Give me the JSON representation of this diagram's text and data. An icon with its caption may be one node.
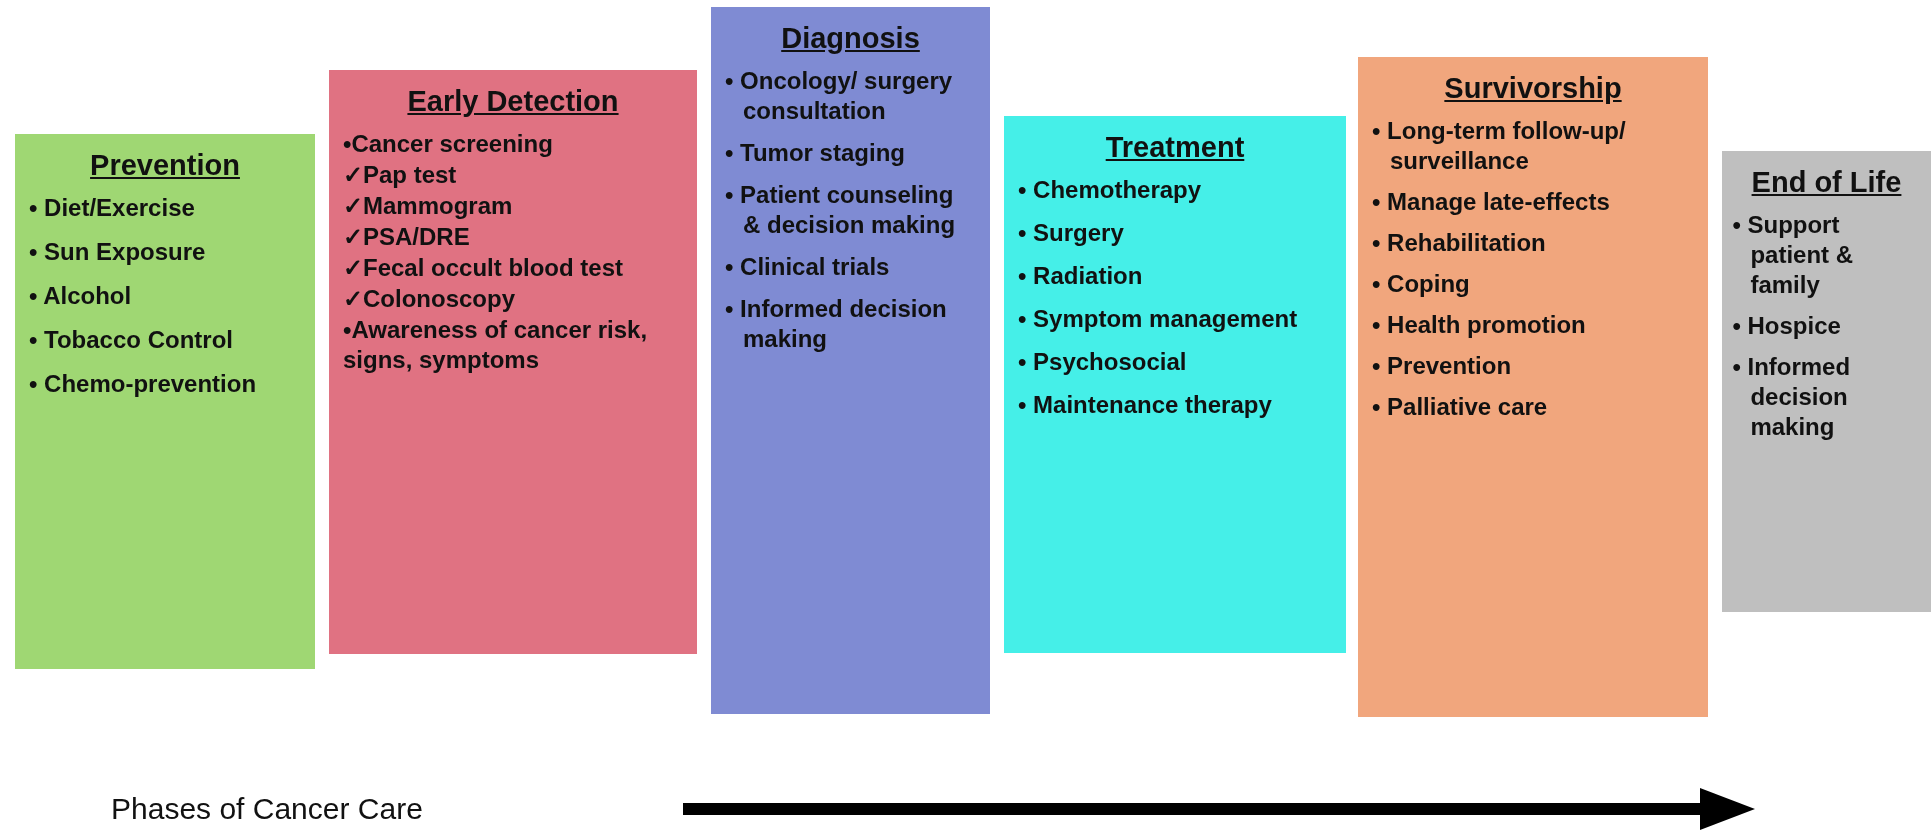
{
  "diagram": {
    "nodes": [
      {
        "text": [
          "Prevention",
          "• Diet/Exercise",
          "• Sun Exposure",
          "• Alcohol",
          "• Tobacco Control",
          "• Chemo-prevention"
        ]
      },
      {
        "text": [
          "Early Detection",
          "•Cancer screening",
          "✓Pap test",
          "✓Mammogram",
          "✓PSA/DRE",
          "✓Fecal occult blood test",
          "✓Colonoscopy",
          "•Awareness of cancer risk, signs, symptoms"
        ]
      },
      {
        "text": [
          "Diagnosis",
          "• Oncology/ surgery consultation",
          "• Tumor staging",
          "• Patient counseling & decision making",
          "• Clinical trials",
          "• Informed decision making"
        ]
      },
      {
        "text": [
          "Treatment",
          "• Chemotherapy",
          "• Surgery",
          "• Radiation",
          "• Symptom management",
          "• Psychosocial",
          "• Maintenance therapy"
        ]
      },
      {
        "text": [
          "Survivorship",
          "• Long-term follow-up/ surveillance",
          "• Manage late-effects",
          "• Rehabilitation",
          "• Coping",
          "• Health promotion",
          "• Prevention",
          "• Palliative care"
        ]
      },
      {
        "text": [
          "End of Life",
          "• Support patient & family",
          "• Hospice",
          "• Informed decision making"
        ]
      }
    ],
    "labels": [
      "Phases of Cancer Care"
    ]
  }
}
